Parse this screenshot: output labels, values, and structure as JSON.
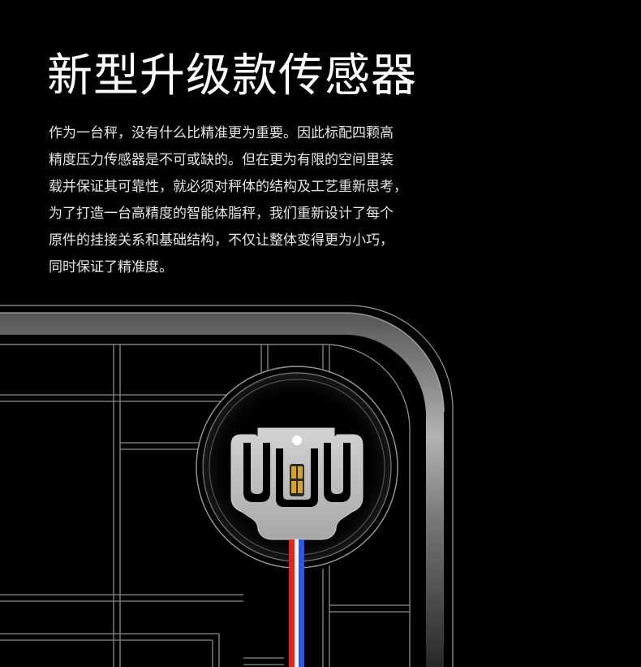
{
  "headline": "新型升级款传感器",
  "description_lines": [
    "作为一台秤，没有什么比精准更为重要。因此标配四颗高",
    "精度压力传感器是不可或缺的。但在更为有限的空间里装",
    "载并保证其可靠性，就必须对秤体的结构及工艺重新思考，",
    "为了打造一台高精度的智能体脂秤，我们重新设计了每个",
    "原件的挂接关系和基础结构，不仅让整体变得更为小巧，",
    "同时保证了精准度。"
  ],
  "illustration": {
    "icon": "pressure-sensor-icon",
    "colors": {
      "background": "#000000",
      "frame": "#8c8c8c",
      "sensor_plate": "#bdbdbd",
      "chip": "#d9a326",
      "wire_red": "#e0241b",
      "wire_white": "#f2f2f2",
      "wire_blue": "#2b57e6"
    }
  }
}
